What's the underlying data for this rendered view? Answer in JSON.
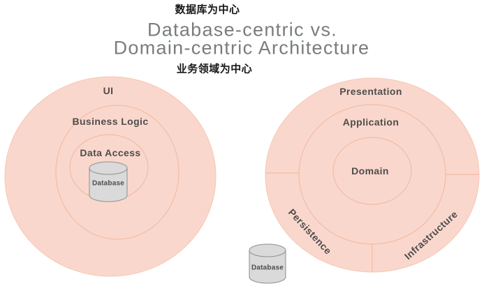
{
  "header": {
    "caption_top": "数据库为中心",
    "title_line1": "Database-centric vs.",
    "title_line2": "Domain-centric Architecture",
    "caption_bottom": "业务领域为中心"
  },
  "left_diagram": {
    "name": "Database-centric architecture",
    "layers": [
      "UI",
      "Business Logic",
      "Data Access"
    ],
    "database_label": "Database"
  },
  "right_diagram": {
    "name": "Domain-centric architecture",
    "layers": [
      "Presentation",
      "Application",
      "Domain"
    ],
    "segments": [
      "Persistence",
      "Infrastructure"
    ],
    "database_label": "Database"
  },
  "colors": {
    "circle_fill": "#fad7cc",
    "circle_stroke": "#f2bca4",
    "layer_text": "#4d4d4d",
    "title_text": "#797c7e",
    "caption_text": "#161616",
    "cylinder_fill": "#dadada",
    "cylinder_stroke": "#8f8f8f"
  }
}
